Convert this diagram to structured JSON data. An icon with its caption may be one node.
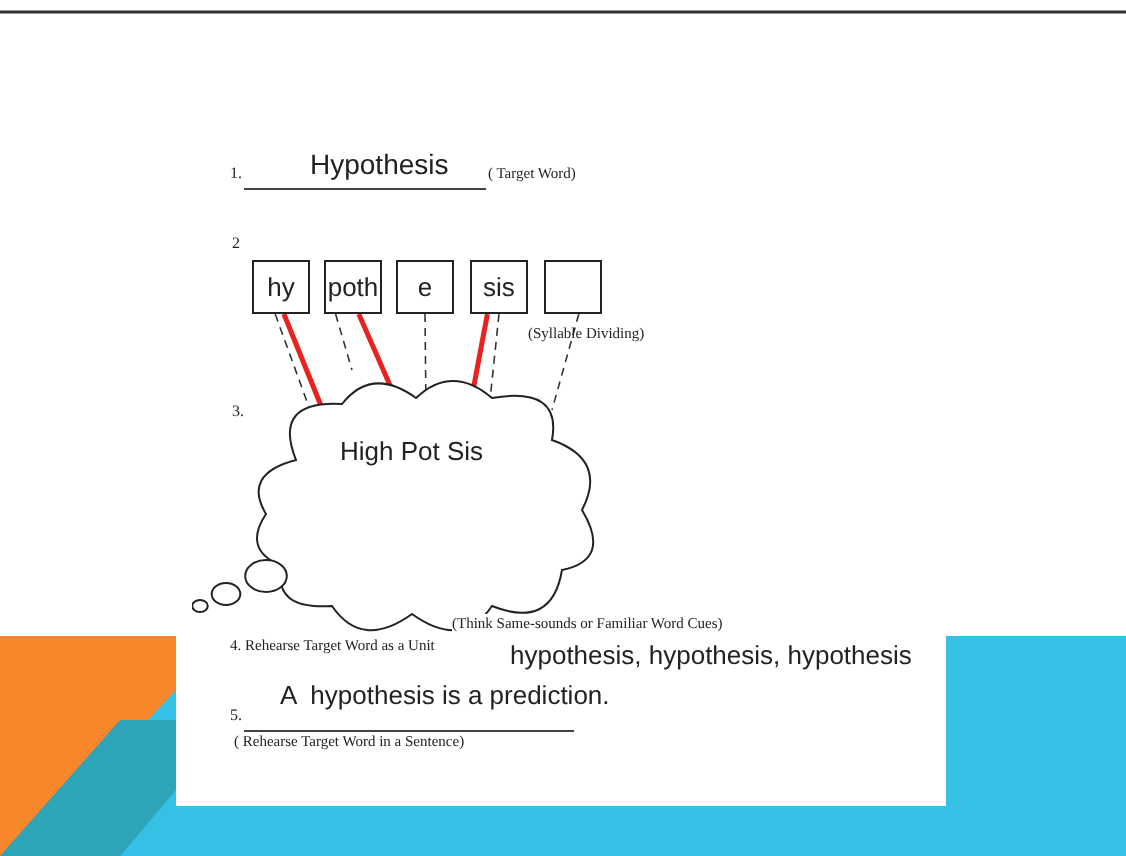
{
  "diagram": {
    "nodes": [
      {
        "text": [
          "hy"
        ]
      },
      {
        "text": [
          "poth"
        ]
      },
      {
        "text": [
          "e"
        ]
      },
      {
        "text": [
          "sis"
        ]
      },
      {
        "text": [],
        "shape": "box"
      },
      {
        "text": [
          "High Pot Sis"
        ]
      }
    ],
    "edges": [
      {
        "from": 0,
        "to": 5,
        "arrow": "none",
        "color": "#e8231f",
        "style": "thick"
      },
      {
        "from": 1,
        "to": 5,
        "arrow": "none",
        "color": "#e8231f",
        "style": "thick"
      },
      {
        "from": 3,
        "to": 5,
        "arrow": "none",
        "color": "#e8231f",
        "style": "thick"
      },
      {
        "from": 0,
        "to": 5,
        "arrow": "none",
        "style": "dashed"
      },
      {
        "from": 1,
        "to": 5,
        "arrow": "none",
        "style": "dashed"
      },
      {
        "from": 2,
        "to": 5,
        "arrow": "none",
        "style": "dashed"
      },
      {
        "from": 3,
        "to": 5,
        "arrow": "none",
        "style": "dashed"
      },
      {
        "from": 4,
        "to": 5,
        "arrow": "none",
        "style": "dashed"
      }
    ],
    "labels": [
      "1.",
      "Hypothesis",
      "( Target Word)",
      "2",
      "(Syllable Dividing)",
      "3.",
      "(Think Same-sounds or Familiar Word Cues)",
      "4. Rehearse Target Word as a Unit",
      "hypothesis, hypothesis, hypothesis",
      "A  hypothesis is a prediction.",
      "5.",
      "( Rehearse Target Word in a Sentence)"
    ]
  }
}
